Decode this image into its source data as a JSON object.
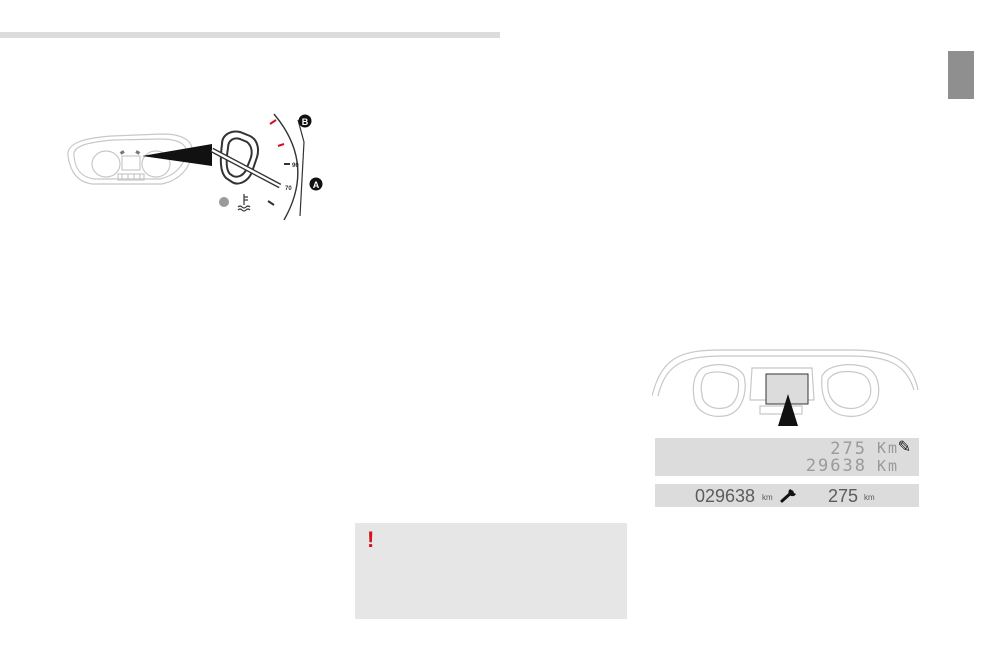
{
  "gauge": {
    "label_a": "A",
    "label_b": "B",
    "tick_90": "90",
    "tick_70": "70",
    "lamp_icon": "temperature-warning-lamp",
    "coolant_icon": "coolant-temperature-icon"
  },
  "display_a": {
    "service_distance": "275",
    "service_unit": "Km",
    "odometer": "29638",
    "odometer_unit": "Km",
    "wrench_icon": "wrench-icon"
  },
  "display_b": {
    "odometer": "029638",
    "odometer_unit": "km",
    "service_distance": "275",
    "service_unit": "km",
    "wrench_icon": "wrench-icon"
  },
  "warning": {
    "icon_text": "!",
    "icon_name": "exclamation-icon"
  },
  "colors": {
    "warning_red": "#d4121e",
    "lcd_background": "#dcdcdc",
    "tab_gray": "#8f8f8f",
    "note_background": "#e6e6e6"
  }
}
